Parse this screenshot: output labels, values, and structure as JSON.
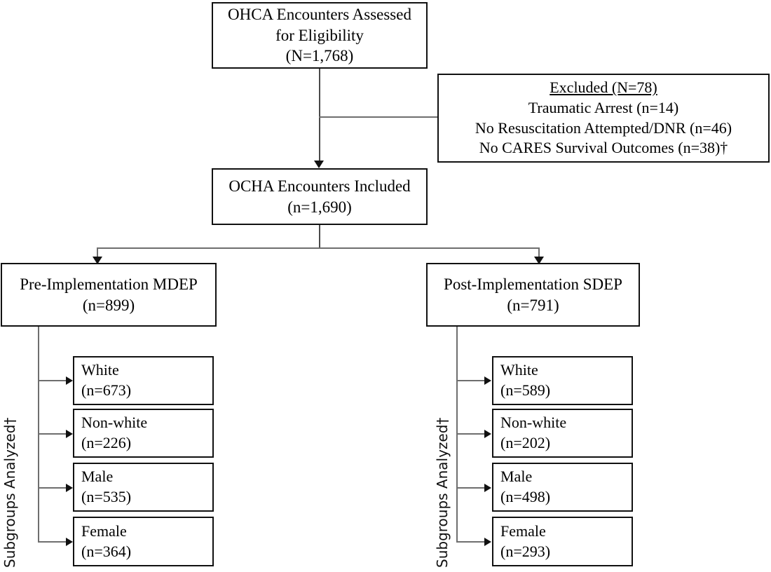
{
  "figure": {
    "type": "flowchart",
    "title": "OHCA study participant flow diagram"
  },
  "nodes": {
    "assessed": {
      "line1": "OHCA Encounters Assessed",
      "line2": "for Eligibility",
      "line3": "(N=1,768)"
    },
    "excluded": {
      "heading": "Excluded (N=78)",
      "line1": "Traumatic Arrest (n=14)",
      "line2": "No Resuscitation Attempted/DNR (n=46)",
      "line3": "No CARES Survival Outcomes (n=38)†"
    },
    "included": {
      "line1": "OCHA Encounters Included",
      "line2": "(n=1,690)"
    },
    "pre": {
      "line1": "Pre-Implementation MDEP",
      "line2": "(n=899)"
    },
    "post": {
      "line1": "Post-Implementation SDEP",
      "line2": "(n=791)"
    }
  },
  "labels": {
    "subgroups_left": "Subgroups Analyzed†",
    "subgroups_right": "Subgroups Analyzed†"
  },
  "subgroups_left": [
    {
      "name": "White",
      "count": "(n=673)"
    },
    {
      "name": "Non-white",
      "count": "(n=226)"
    },
    {
      "name": "Male",
      "count": "(n=535)"
    },
    {
      "name": "Female",
      "count": "(n=364)"
    }
  ],
  "subgroups_right": [
    {
      "name": "White",
      "count": "(n=589)"
    },
    {
      "name": "Non-white",
      "count": "(n=202)"
    },
    {
      "name": "Male",
      "count": "(n=498)"
    },
    {
      "name": "Female",
      "count": "(n=293)"
    }
  ],
  "colors": {
    "box_border": "#111111",
    "connector": "#4a4a4a",
    "background": "#ffffff",
    "text": "#000000"
  }
}
